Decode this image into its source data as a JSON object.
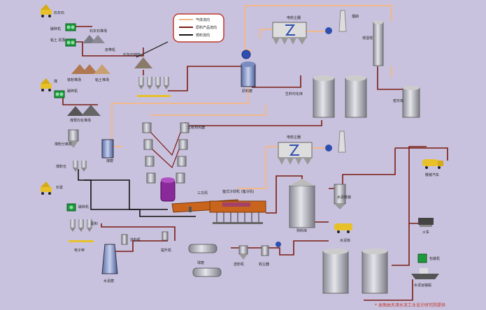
{
  "legend": {
    "gas_flow": "气体流向",
    "material_flow": "原料产品流向",
    "fuel_flow": "燃料流向"
  },
  "labels": {
    "limestone": "石灰石",
    "crusher_1": "破碎机",
    "clay_crusher": "粘土 机泵",
    "limestone_yard": "石灰石堆场",
    "belt_conveyor": "皮带机",
    "limestone_silo": "石灰石储库",
    "iron_yard": "铁粉堆场",
    "clay_yard": "粘土堆场",
    "coal": "煤",
    "crusher_2": "破碎机",
    "coal_prehomo": "煤预均化堆场",
    "raw_mill": "原料磨",
    "dust_collector_top": "电收尘器",
    "chimney_top": "烟囱",
    "humidifier": "增湿塔",
    "homo_silo": "生料均化库",
    "kiln_dust": "窑灰库",
    "preheater": "五级预热器",
    "coal_mill_sep": "煤粉分离机",
    "coal_mill": "煤磨",
    "pulverized_coal": "煤粉仓",
    "tertiary_air": "三次风",
    "cooler": "篦式冷却机 (篦冷机)",
    "dust_collector_mid": "电收尘器",
    "clinker_silo": "熟料库",
    "bulk_silo": "水泥散装",
    "bulk_truck": "散装汽车",
    "gypsum": "石膏",
    "crusher_3": "破碎机",
    "batching": "配料",
    "weigher": "电子秤",
    "cement_mill": "水泥磨",
    "separator": "选粉机",
    "elevator": "提升机",
    "ball_mill": "球磨",
    "powder_sep": "选粉机",
    "collector_bottom": "收尘器",
    "cement_silo": "水泥库",
    "packer": "包装机",
    "train": "火车",
    "ship": "水泥运输船"
  },
  "credit": "* 本图由天津水泥工业设计研究院提供",
  "colors": {
    "background": "#c9c2de",
    "gas_line": "#f0b98a",
    "material_line": "#7a1c12",
    "fuel_line": "#111111",
    "silo": "#a9a9b3",
    "equipment_green": "#1e9a3c",
    "dust_blue": "#2e4fb0",
    "cooler_orange": "#c9641c",
    "kiln_purple": "#8a2a9a",
    "legend_border": "#c0392b",
    "credit": "#c0392b"
  }
}
